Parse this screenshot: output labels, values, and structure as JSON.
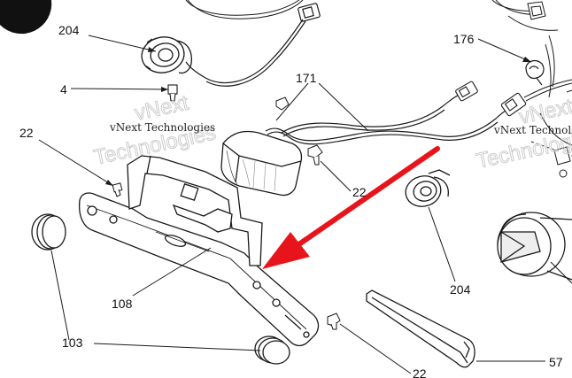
{
  "callouts": [
    {
      "id": "204a",
      "text": "204"
    },
    {
      "id": "4",
      "text": "4"
    },
    {
      "id": "171",
      "text": "171"
    },
    {
      "id": "176",
      "text": "176"
    },
    {
      "id": "22a",
      "text": "22"
    },
    {
      "id": "22b",
      "text": "22"
    },
    {
      "id": "22c",
      "text": "22"
    },
    {
      "id": "108",
      "text": "108"
    },
    {
      "id": "103",
      "text": "103"
    },
    {
      "id": "204b",
      "text": "204"
    },
    {
      "id": "57",
      "text": "57"
    }
  ],
  "watermark": {
    "brand_small": "vNext Technologies",
    "brand_large_a": "vNext",
    "brand_large_b": "Technologies"
  },
  "colors": {
    "line": "#1a1a1a",
    "arrow": "#e8141b",
    "watermark": "#c8c8c8"
  }
}
